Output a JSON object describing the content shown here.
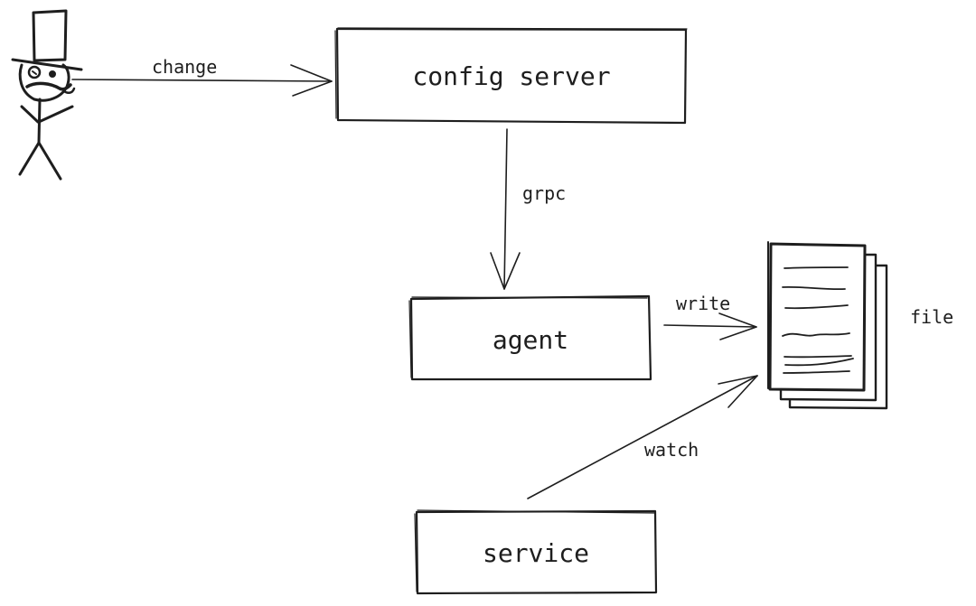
{
  "nodes": {
    "config_server": "config server",
    "agent": "agent",
    "service": "service",
    "file": "file"
  },
  "edges": {
    "change": "change",
    "grpc": "grpc",
    "write": "write",
    "watch": "watch"
  },
  "icons": {
    "actor": "person-top-hat-icon",
    "file": "document-stack-icon"
  },
  "colors": {
    "stroke": "#1e1e1e",
    "background": "#ffffff"
  }
}
